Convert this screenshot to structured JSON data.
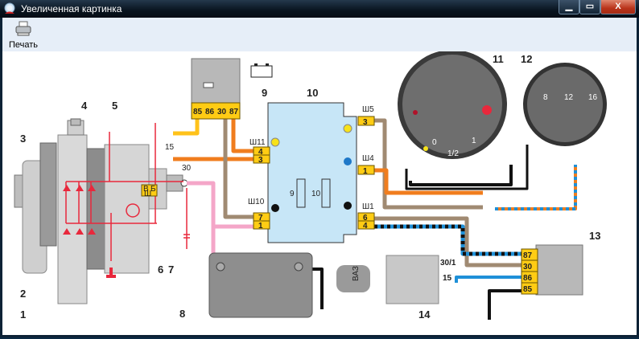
{
  "window": {
    "title": "Увеличенная картинка",
    "icon": "magnifier-globe-icon",
    "controls": {
      "minimize": "—",
      "maximize": "□",
      "close": "X"
    }
  },
  "toolbar": {
    "print_label": "Печать",
    "print_icon": "printer-icon"
  },
  "diagram": {
    "callouts": [
      "1",
      "2",
      "3",
      "4",
      "5",
      "6",
      "7",
      "8",
      "9",
      "10",
      "11",
      "12",
      "13",
      "14"
    ],
    "relay9": {
      "pins": [
        "85",
        "86",
        "30",
        "87"
      ]
    },
    "block10": {
      "connectors": {
        "sh5": "Ш5",
        "sh11": "Ш11",
        "sh4": "Ш4",
        "sh10": "Ш10",
        "sh1": "Ш1"
      },
      "pins": {
        "sh5": [
          "3"
        ],
        "sh11": [
          "4",
          "3"
        ],
        "sh4": [
          "1"
        ],
        "sh10": [
          "7",
          "1"
        ],
        "sh1": [
          "6",
          "4"
        ]
      },
      "fuses": [
        "9",
        "10"
      ]
    },
    "regulator_pins": [
      "В",
      "Б",
      "Ш"
    ],
    "wire_labels": {
      "ign": "15",
      "batt": "30"
    },
    "gauge11": {
      "fuel_ticks": [
        "0",
        "1/2",
        "1"
      ]
    },
    "voltmeter12": {
      "scale": [
        "8",
        "12",
        "16"
      ]
    },
    "relay13": {
      "pins": [
        "87",
        "30",
        "86",
        "85"
      ]
    },
    "ignition14": {
      "terminals": [
        "30/1",
        "15"
      ],
      "key_text": "ВАЗ"
    }
  },
  "colors": {
    "red_wire": "#e8283c",
    "yellow_wire": "#ffc21a",
    "orange_wire": "#f07d1e",
    "pink_wire": "#f4a6c8",
    "brown_wire": "#a08a72",
    "blue_wire": "#1e90d8",
    "connector": "#ffcc14",
    "block_fill": "#c7e6f7"
  }
}
